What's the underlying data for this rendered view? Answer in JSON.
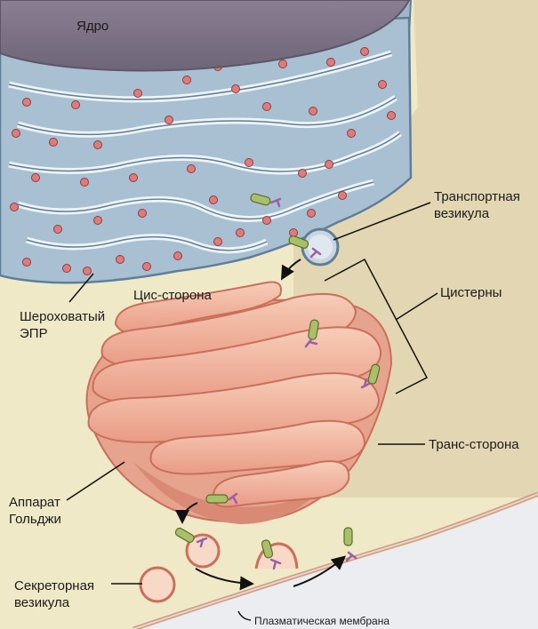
{
  "labels": {
    "nucleus": "Ядро",
    "transport_vesicle": "Транспортная\nвезикула",
    "cisternae": "Цистерны",
    "cis_side": "Цис-сторона",
    "rough_er": "Шероховатый\nЭПР",
    "trans_side": "Транс-сторона",
    "golgi_apparatus": "Аппарат\nГольджи",
    "secretory_vesicle": "Секреторная\nвезикула",
    "plasma_membrane": "Плазматическая мембрана"
  },
  "colors": {
    "cytoplasm": "#efe9c8",
    "trans_zone": "#e3d7b3",
    "extracellular": "#ecedf0",
    "nucleus": "#7f7488",
    "er": "#a9bfd2",
    "er_edge": "#5f7f99",
    "ribosome": "#e07b7b",
    "golgi_fill": "#f4c0a8",
    "golgi_dark": "#e59a84",
    "golgi_edge": "#c96f5a",
    "protein": "#a9bf6a",
    "glycan": "#9b5fa8"
  }
}
